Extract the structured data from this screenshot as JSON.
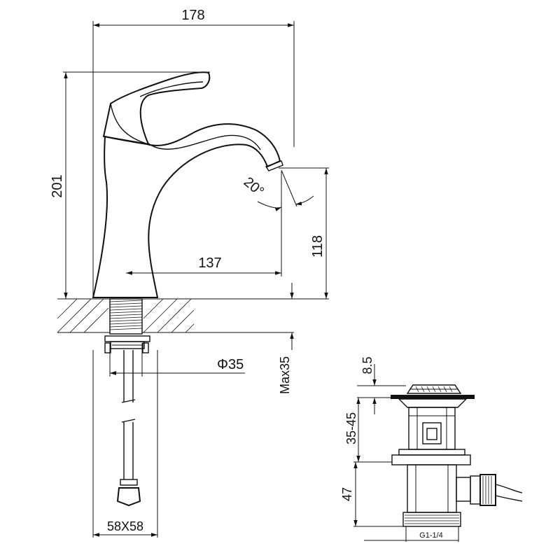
{
  "faucet": {
    "overall_width": "178",
    "overall_height": "201",
    "spout_angle": "20°",
    "spout_reach": "137",
    "spout_height": "118",
    "hose_diameter": "Φ35",
    "max_deck_thickness": "Max35",
    "base_size": "58X58"
  },
  "drain": {
    "cap_height": "8.5",
    "body_range": "35-45",
    "lower_height": "47",
    "thread": "G1-1/4"
  }
}
